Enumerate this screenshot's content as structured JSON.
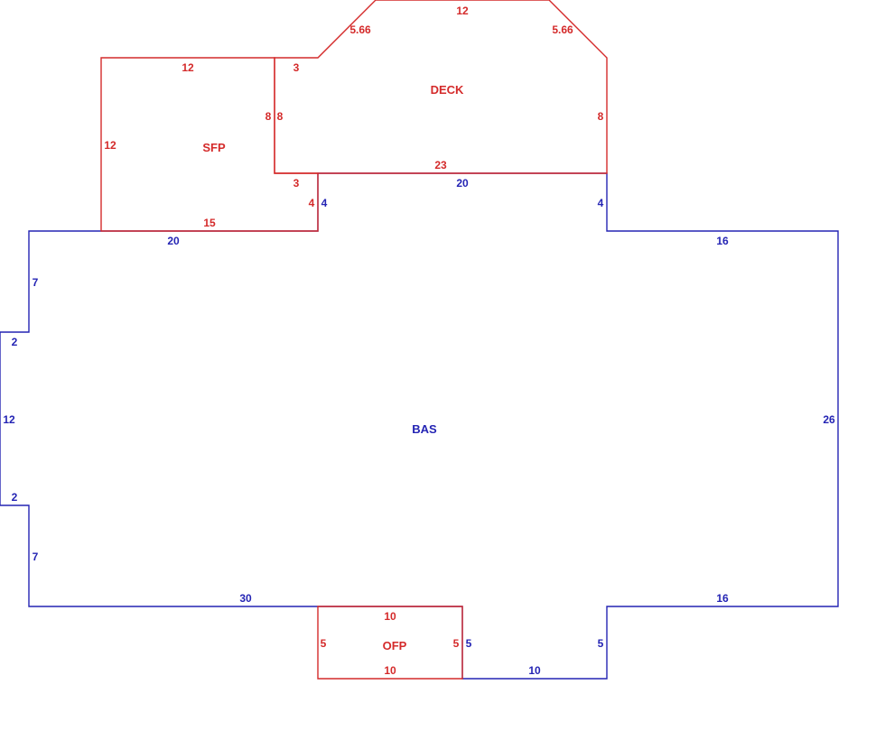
{
  "colors": {
    "red": "#d42a2a",
    "blue": "#2424b4"
  },
  "areas": {
    "deck": {
      "name": "DECK",
      "color": "red"
    },
    "sfp": {
      "name": "SFP",
      "color": "red"
    },
    "bas": {
      "name": "BAS",
      "color": "blue"
    },
    "ofp": {
      "name": "OFP",
      "color": "red"
    }
  },
  "dimensions": {
    "deck_top": "12",
    "deck_diag_left": "5.66",
    "deck_diag_right": "5.66",
    "deck_step_top": "3",
    "deck_left": "8",
    "deck_right": "8",
    "deck_bottom": "23",
    "sfp_top": "12",
    "sfp_left": "12",
    "sfp_right": "8",
    "sfp_step": "3",
    "sfp_step_side": "4",
    "sfp_bottom": "15",
    "bas_top_mid": "20",
    "bas_notch_left": "4",
    "bas_notch_right": "4",
    "bas_top_left": "20",
    "bas_top_right": "16",
    "bas_left_upper": "7",
    "bas_step_upper": "2",
    "bas_left": "12",
    "bas_step_lower": "2",
    "bas_left_lower": "7",
    "bas_right": "26",
    "bas_bottom_left": "30",
    "bas_bottom_right": "16",
    "bas_bottom_mid": "10",
    "bas_bump_left": "5",
    "bas_bump_right": "5",
    "ofp_top": "10",
    "ofp_bottom": "10",
    "ofp_left": "5",
    "ofp_right": "5"
  }
}
